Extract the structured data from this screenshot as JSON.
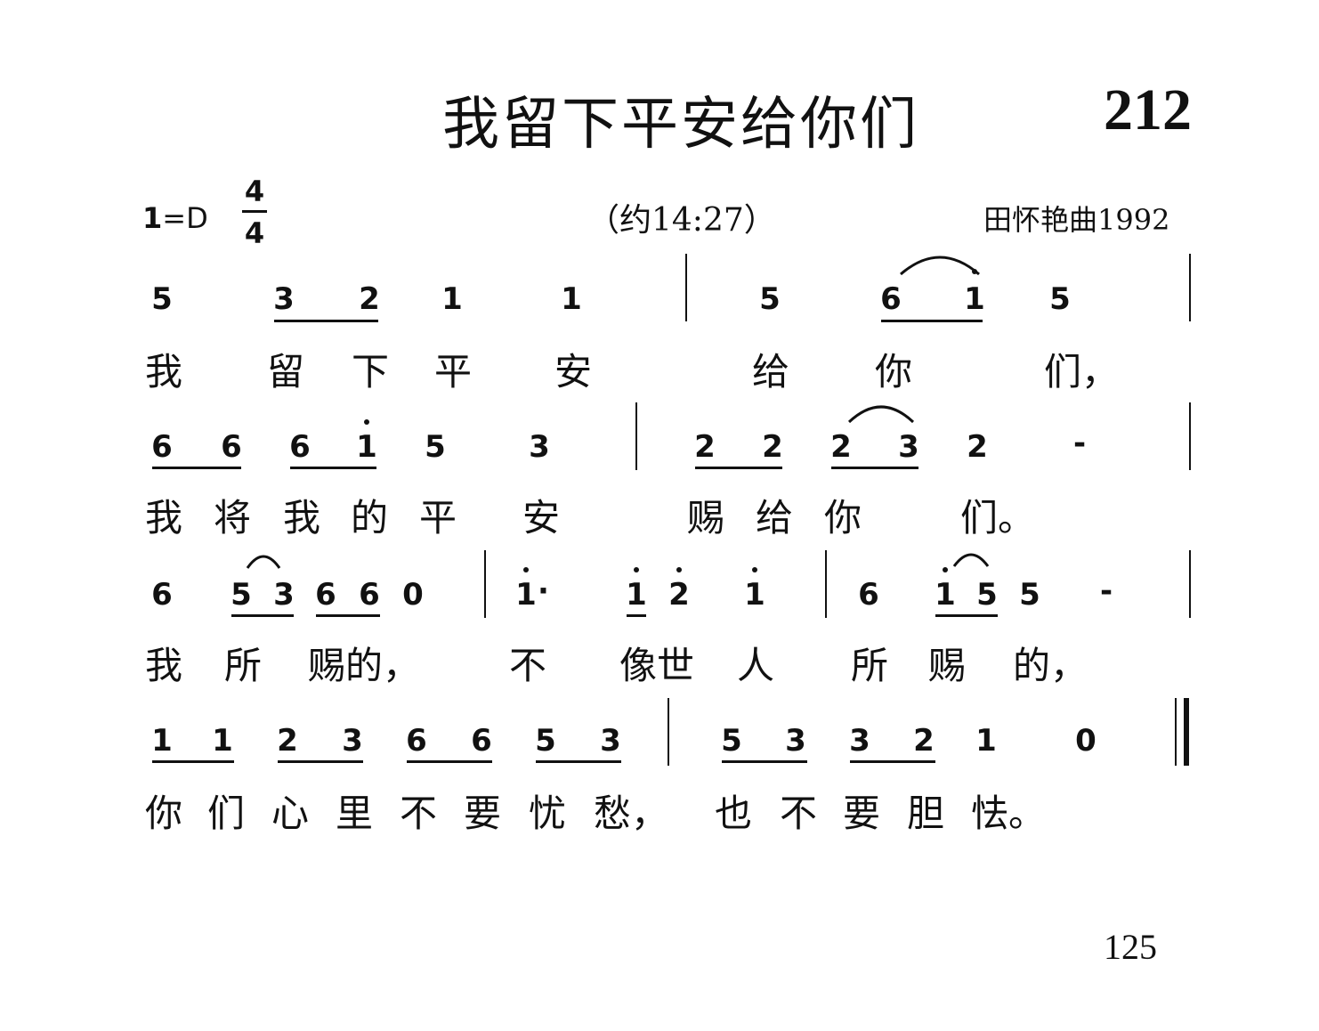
{
  "header": {
    "title": "我留下平安给你们",
    "number": "212"
  },
  "meta": {
    "key_one": "1",
    "key_rest": "=D",
    "time_top": "4",
    "time_bottom": "4",
    "scripture": "（约14:27）",
    "composer": "田怀艳曲1992"
  },
  "score": {
    "line1": {
      "notes": [
        "5",
        "3",
        "2",
        "1",
        "1",
        "5",
        "6",
        "1",
        "5"
      ],
      "lyrics": [
        "我",
        "留",
        "下",
        "平",
        "安",
        "给",
        "你",
        "们，"
      ]
    },
    "line2": {
      "notes": [
        "6",
        "6",
        "6",
        "1",
        "5",
        "3",
        "2",
        "2",
        "2",
        "3",
        "2"
      ],
      "dashes": [
        "-"
      ],
      "lyrics": [
        "我",
        "将",
        "我",
        "的",
        "平",
        "安",
        "赐",
        "给",
        "你",
        "们。"
      ]
    },
    "line3": {
      "notes": [
        "6",
        "5",
        "3",
        "6",
        "6",
        "0",
        "1",
        "1",
        "2",
        "1",
        "6",
        "1",
        "5",
        "5"
      ],
      "dashes": [
        "-"
      ],
      "aug_dot": "·",
      "lyrics": [
        "我",
        "所",
        "赐的，",
        "不",
        "像世",
        "人",
        "所",
        "赐",
        "的，"
      ]
    },
    "line4": {
      "notes": [
        "1",
        "1",
        "2",
        "3",
        "6",
        "6",
        "5",
        "3",
        "5",
        "3",
        "3",
        "2",
        "1",
        "0"
      ],
      "lyrics": [
        "你",
        "们",
        "心",
        "里",
        "不",
        "要",
        "忧",
        "愁，",
        "也",
        "不",
        "要",
        "胆",
        "怯。"
      ]
    }
  },
  "footer": {
    "page_number": "125"
  }
}
